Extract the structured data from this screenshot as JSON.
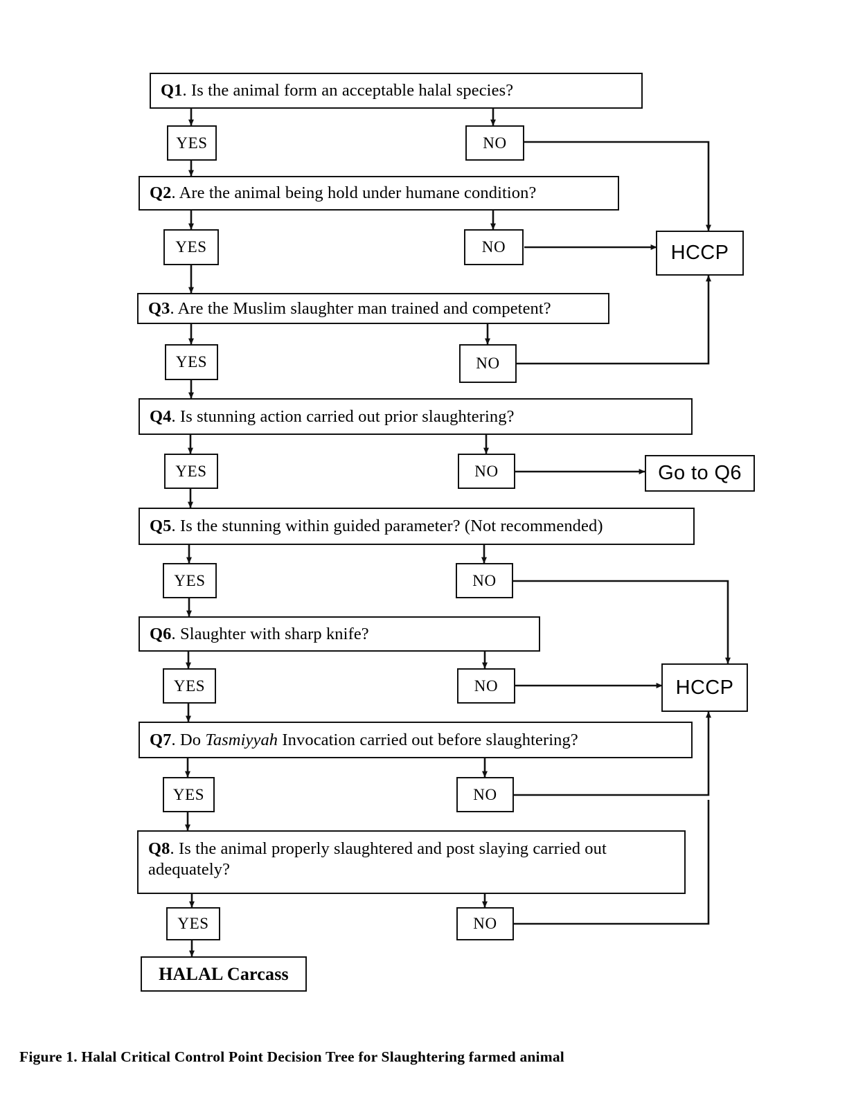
{
  "figure": {
    "caption": "Figure 1. Halal Critical Control Point Decision Tree for Slaughtering farmed animal"
  },
  "labels": {
    "yes": "YES",
    "no": "NO",
    "hccp": "HCCP",
    "go_to_q6": "Go to Q6",
    "halal_carcass": "HALAL Carcass"
  },
  "questions": [
    {
      "id": "q1",
      "number": "Q1",
      "text": ". Is the animal form an acceptable halal species?",
      "yes_label": "YES",
      "no_label": "NO",
      "yes_target": "q2",
      "no_target": "hccp-top"
    },
    {
      "id": "q2",
      "number": "Q2",
      "text": ". Are the animal being hold under humane condition?",
      "yes_label": "YES",
      "no_label": "NO",
      "yes_target": "q3",
      "no_target": "hccp-1"
    },
    {
      "id": "q3",
      "number": "Q3",
      "text": ". Are the Muslim slaughter man trained and competent?",
      "yes_label": "YES",
      "no_label": "NO",
      "yes_target": "q4",
      "no_target": "hccp-1"
    },
    {
      "id": "q4",
      "number": "Q4",
      "text": ". Is stunning action carried out prior slaughtering?",
      "yes_label": "YES",
      "no_label": "NO",
      "yes_target": "q5",
      "no_target": "go-to-q6"
    },
    {
      "id": "q5",
      "number": "Q5",
      "text": ". Is the stunning within guided parameter? (Not recommended)",
      "yes_label": "YES",
      "no_label": "NO",
      "yes_target": "q6",
      "no_target": "hccp-2"
    },
    {
      "id": "q6",
      "number": "Q6",
      "text": ". Slaughter with sharp knife?",
      "yes_label": "YES",
      "no_label": "NO",
      "yes_target": "q7",
      "no_target": "hccp-2"
    },
    {
      "id": "q7",
      "number": "Q7",
      "text_before": ". Do ",
      "text_italic": "Tasmiyyah",
      "text_after": " Invocation carried out before slaughtering?",
      "yes_label": "YES",
      "no_label": "NO",
      "yes_target": "q8",
      "no_target": "hccp-2"
    },
    {
      "id": "q8",
      "number": "Q8",
      "text": ". Is the animal properly slaughtered and post slaying carried out adequately?",
      "yes_label": "YES",
      "no_label": "NO",
      "yes_target": "halal-carcass",
      "no_target": "hccp-2"
    }
  ],
  "terminals": [
    {
      "id": "hccp-1",
      "label": "HCCP"
    },
    {
      "id": "hccp-2",
      "label": "HCCP"
    },
    {
      "id": "go-to-q6",
      "label": "Go to Q6"
    },
    {
      "id": "halal-carcass",
      "label": "HALAL Carcass"
    }
  ],
  "colors": {
    "stroke": "#111111",
    "background": "#ffffff",
    "text": "#000000"
  }
}
